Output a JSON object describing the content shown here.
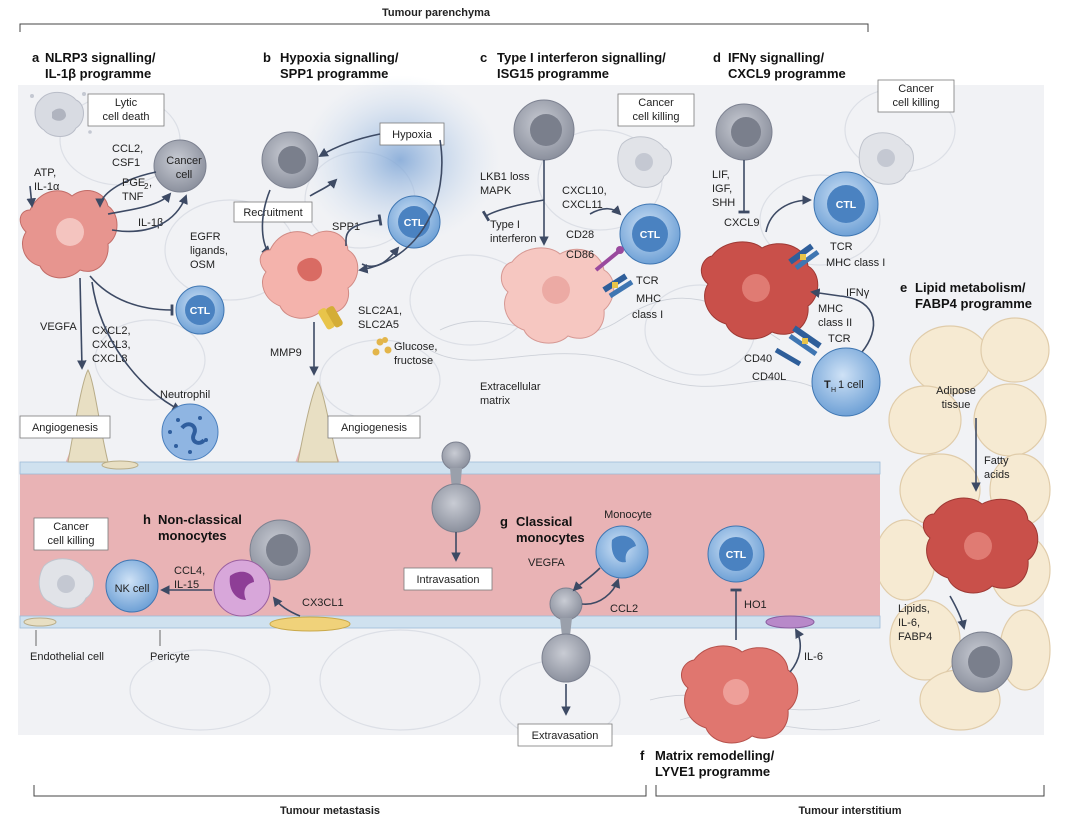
{
  "sections": {
    "parenchyma": "Tumour parenchyma",
    "metastasis": "Tumour metastasis",
    "interstitium": "Tumour interstitium"
  },
  "panels": {
    "a": {
      "letter": "a",
      "title1": "NLRP3 signalling/",
      "title2": "IL-1β programme"
    },
    "b": {
      "letter": "b",
      "title1": "Hypoxia signalling/",
      "title2": "SPP1 programme"
    },
    "c": {
      "letter": "c",
      "title1": "Type I interferon signalling/",
      "title2": "ISG15 programme"
    },
    "d": {
      "letter": "d",
      "title1": "IFNγ signalling/",
      "title2": "CXCL9 programme"
    },
    "e": {
      "letter": "e",
      "title1": "Lipid metabolism/",
      "title2": "FABP4 programme"
    },
    "f": {
      "letter": "f",
      "title1": "Matrix remodelling/",
      "title2": "LYVE1 programme"
    },
    "g": {
      "letter": "g",
      "title1": "Classical",
      "title2": "monocytes"
    },
    "h": {
      "letter": "h",
      "title1": "Non-classical",
      "title2": "monocytes"
    }
  },
  "boxes": {
    "lytic1": "Lytic",
    "lytic2": "cell death",
    "killing_c1": "Cancer",
    "killing_c2": "cell killing",
    "killing_d1": "Cancer",
    "killing_d2": "cell killing",
    "killing_h1": "Cancer",
    "killing_h2": "cell killing",
    "hypoxia": "Hypoxia",
    "recruitment": "Recruitment",
    "angio_a": "Angiogenesis",
    "angio_b": "Angiogenesis",
    "intravasation": "Intravasation",
    "extravasation": "Extravasation"
  },
  "cells": {
    "cancer1": "Cancer",
    "cancer2": "cell",
    "ctl": "CTL",
    "neutrophil": "Neutrophil",
    "nk": "NK cell",
    "th1": "1 cell",
    "th1_prefix": "T",
    "th1_sub": "H",
    "monocyte": "Monocyte",
    "adipose1": "Adipose",
    "adipose2": "tissue"
  },
  "labels": {
    "atp1": "ATP,",
    "atp2": "IL-1α",
    "ccl2csf1_1": "CCL2,",
    "ccl2csf1_2": "CSF1",
    "pge1": "PGE",
    "pge_sub": "2",
    "pge_comma": ",",
    "pge2": "TNF",
    "il1b": "IL-1β",
    "egfr1": "EGFR",
    "egfr2": "ligands,",
    "egfr3": "OSM",
    "vegfa_a": "VEGFA",
    "cxcl_a1": "CXCL2,",
    "cxcl_a2": "CXCL3,",
    "cxcl_a3": "CXCL8",
    "spp1": "SPP1",
    "slc1": "SLC2A1,",
    "slc2": "SLC2A5",
    "glucose1": "Glucose,",
    "glucose2": "fructose",
    "mmp9": "MMP9",
    "lkb1_1": "LKB1 loss",
    "lkb1_2": "MAPK",
    "typei1": "Type I",
    "typei2": "interferon",
    "cxcl10_1": "CXCL10,",
    "cxcl10_2": "CXCL11",
    "cd28": "CD28",
    "cd86": "CD86",
    "tcr_c": "TCR",
    "mhc_c1": "MHC",
    "mhc_c2": "class I",
    "ecm1": "Extracellular",
    "ecm2": "matrix",
    "lif1": "LIF,",
    "lif2": "IGF,",
    "lif3": "SHH",
    "cxcl9": "CXCL9",
    "tcr_d": "TCR",
    "mhc_d": "MHC class I",
    "ifng": "IFNγ",
    "mhc2_1": "MHC",
    "mhc2_2": "class II",
    "tcr_d2": "TCR",
    "cd40": "CD40",
    "cd40l": "CD40L",
    "fatty1": "Fatty",
    "fatty2": "acids",
    "lipids1": "Lipids,",
    "lipids2": "IL-6,",
    "lipids3": "FABP4",
    "ccl4_1": "CCL4,",
    "ccl4_2": "IL-15",
    "cx3cl1": "CX3CL1",
    "vegfa_g": "VEGFA",
    "ccl2_g": "CCL2",
    "ho1": "HO1",
    "il6": "IL-6",
    "endothelial": "Endothelial cell",
    "pericyte": "Pericyte"
  }
}
